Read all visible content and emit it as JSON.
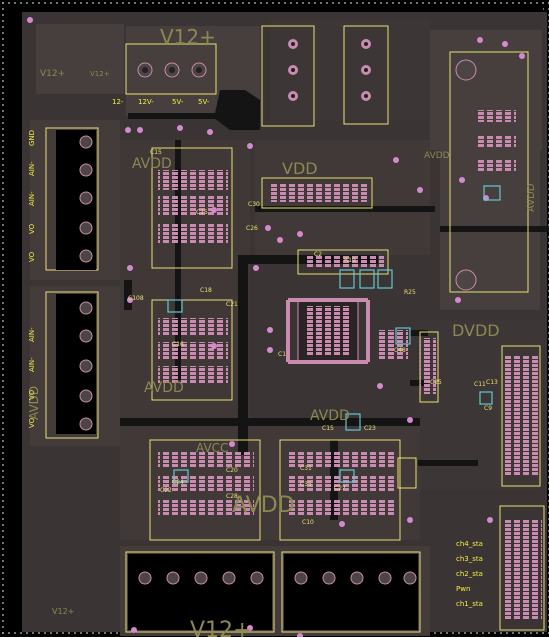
{
  "board": {
    "colors": {
      "background": "#000000",
      "copper": "#3a3434",
      "copper_alt": "#463f3e",
      "silk": "#e8e070",
      "silk_dim": "#8c8850",
      "pad": "#c98cb0",
      "via": "#d58ad0",
      "cyan": "#63c6d1",
      "grid_dot": "#c6c6c6",
      "trace": "#141414",
      "label_yellow": "#f4ee42"
    },
    "net_labels": {
      "v12_top": "V12+",
      "v12_left": "V12+",
      "v12_small": "V12+",
      "v12_bottom": "V12+",
      "v12_bottom_mid": "V12+",
      "vdd_right": "VDD",
      "avdd_top_right": "AVDD",
      "avdd_mid": "AVDD",
      "avdd_lower": "AVDD",
      "avdd_vert": "AVDD",
      "avdd_far_right": "AVDD",
      "avdd_left_mid": "AVDD",
      "avdd_center": "AVDD",
      "dvdd_right": "DVDD",
      "avcc_left": "AVCC"
    },
    "rail_labels": [
      "12-",
      "12V-",
      "5V-",
      "5V-"
    ],
    "connector_pins_top": [
      "GND",
      "AIN-",
      "AIN-",
      "VO",
      "VO"
    ],
    "connector_pins_bottom": [
      "AIN-",
      "AIN-",
      "VO",
      "VO"
    ],
    "status_labels": [
      "ch4_sta",
      "ch3_sta",
      "ch2_sta",
      "Pwn",
      "ch1_sta"
    ],
    "refdes": [
      "C15",
      "C30",
      "C26",
      "C15",
      "C18",
      "C21",
      "C13",
      "C9",
      "C1",
      "C2",
      "R25",
      "R19",
      "C48",
      "C11",
      "C108",
      "C16",
      "C28",
      "C24",
      "C35",
      "C27",
      "C23",
      "C22",
      "C20",
      "C31",
      "C10",
      "C15",
      "C25"
    ]
  }
}
